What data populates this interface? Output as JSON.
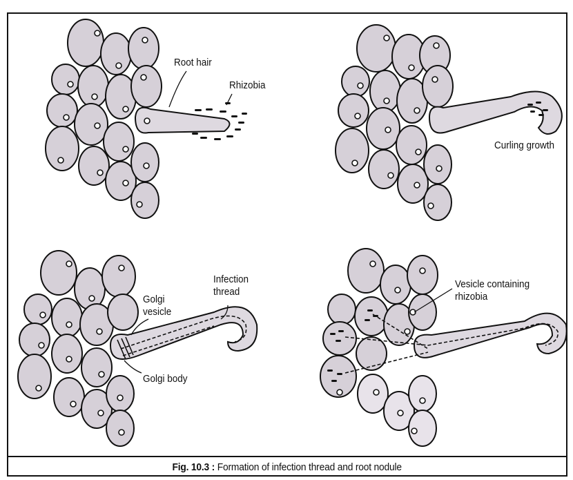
{
  "figure": {
    "caption_number": "Fig. 10.3 :",
    "caption_text": "Formation of infection thread and root nodule"
  },
  "panels": {
    "top_left": {
      "label_root_hair": "Root hair",
      "label_rhizobia": "Rhizobia"
    },
    "top_right": {
      "label_curling": "Curling growth"
    },
    "bottom_left": {
      "label_infection_thread": [
        "Infection",
        "thread"
      ],
      "label_golgi_vesicle": [
        "Golgi",
        "vesicle"
      ],
      "label_golgi_body": "Golgi body"
    },
    "bottom_right": {
      "label_vesicle": [
        "Vesicle containing",
        "rhizobia"
      ]
    }
  },
  "colors": {
    "cell_fill": "#d6d0d8",
    "outline": "#111111",
    "background": "#ffffff"
  }
}
